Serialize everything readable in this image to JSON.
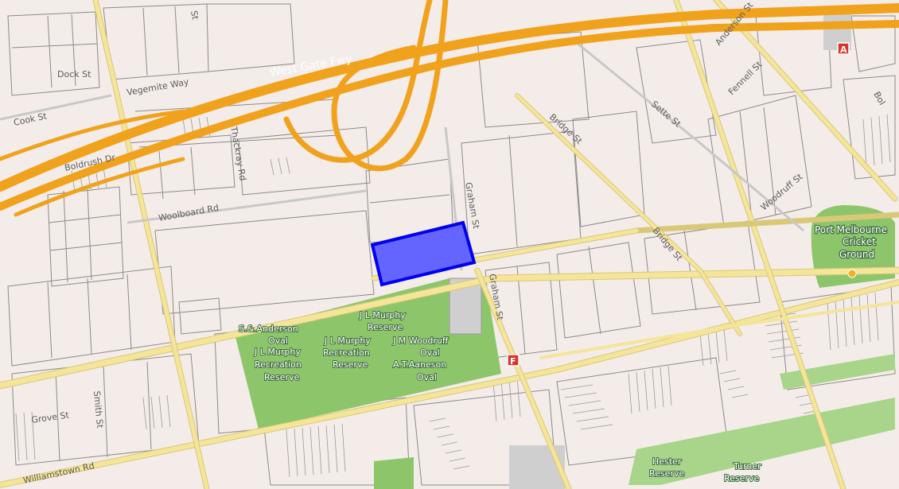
{
  "map": {
    "colors": {
      "land": "#f4ece8",
      "road": "#f4e59a",
      "freeway": "#f0a21c",
      "park": "#8dc66a",
      "highlight_fill": "#6464ff",
      "highlight_stroke": "#0000ee",
      "marker": "#d9342b"
    },
    "streets": {
      "west_gate_fwy": "West Gate Fwy",
      "dock_st": "Dock St",
      "vegemite_way": "Vegemite Way",
      "cook_st": "Cook St",
      "boldrush_dr": "Boldrush Dr",
      "woolboard_rd": "Woolboard Rd",
      "thackray_rd": "Thackray Rd",
      "graham_st_north": "Graham St",
      "graham_st_south": "Graham St",
      "bridge_st_north": "Bridge St",
      "bridge_st_south": "Bridge St",
      "sette_st": "Sette St",
      "fennell_st": "Fennell St",
      "anderson_st": "Anderson St",
      "woodruff_st": "Woodruff St",
      "smith_st": "Smith St",
      "grove_st": "Grove St",
      "williamstown_rd": "Williamstown Rd",
      "boundary_label": "Bol",
      "st_partial": "St"
    },
    "places": {
      "port_melbourne_cricket_1": "Port Melbourne",
      "port_melbourne_cricket_2": "Cricket",
      "port_melbourne_cricket_3": "Ground",
      "sanderson_oval_1": "S.&.Anderson",
      "sanderson_oval_2": "Oval",
      "jl_murphy_reserve_1": "J L Murphy",
      "jl_murphy_reserve_2": "Reserve",
      "jl_murphy_rec_left_1": "J L Murphy",
      "jl_murphy_rec_left_2": "Recreation",
      "jl_murphy_rec_left_3": "Reserve",
      "jl_murphy_rec_mid_1": "J L Murphy",
      "jl_murphy_rec_mid_2": "Recreation",
      "jl_murphy_rec_mid_3": "Reserve",
      "jm_woodruff_1": "J M Woodruff",
      "jm_woodruff_2": "Oval",
      "at_aaneson_1": "A.T.Aaneson",
      "at_aaneson_2": "Oval",
      "hester_reserve_1": "Hester",
      "hester_reserve_2": "Reserve",
      "turner_reserve_1": "Turner",
      "turner_reserve_2": "Reserve"
    },
    "markers": {
      "a_marker": "A",
      "f_marker": "F"
    }
  }
}
